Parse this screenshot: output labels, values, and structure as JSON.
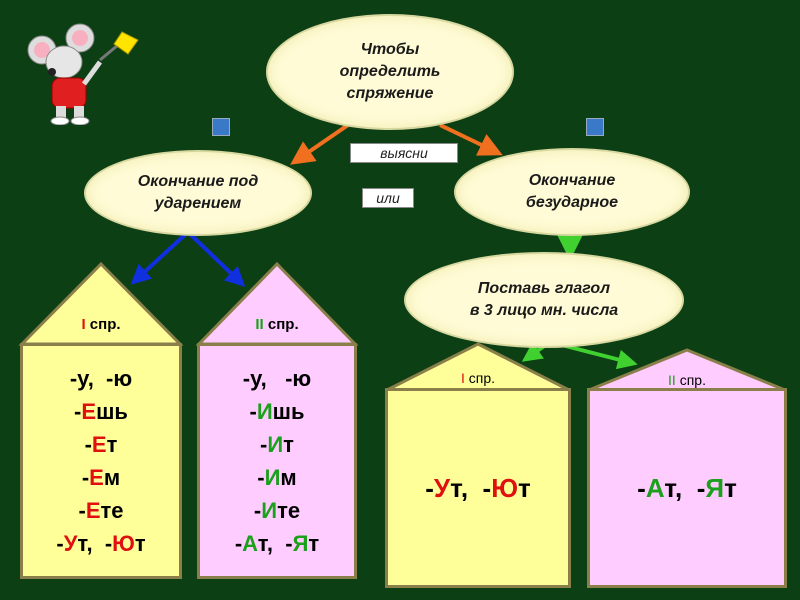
{
  "center": {
    "text": "Чтобы\nопределить\nспряжение"
  },
  "left_node": {
    "text": "Окончание под\nударением"
  },
  "right_node": {
    "text": "Окончание\nбезударное"
  },
  "bottom_node": {
    "text": "Поставь глагол\nв 3 лицо мн. числа"
  },
  "notes": {
    "find": "выясни",
    "or": "или"
  },
  "houses": [
    {
      "label_num": "I",
      "label_rest": " спр.",
      "endings": [
        {
          "parts": [
            [
              "-у,  -ю",
              ""
            ]
          ]
        },
        {
          "parts": [
            [
              "-",
              ""
            ],
            [
              "Е",
              "red"
            ],
            [
              "шь",
              ""
            ]
          ]
        },
        {
          "parts": [
            [
              "-",
              ""
            ],
            [
              "Е",
              "red"
            ],
            [
              "т",
              ""
            ]
          ]
        },
        {
          "parts": [
            [
              "-",
              ""
            ],
            [
              "Е",
              "red"
            ],
            [
              "м",
              ""
            ]
          ]
        },
        {
          "parts": [
            [
              "-",
              ""
            ],
            [
              "Е",
              "red"
            ],
            [
              "те",
              ""
            ]
          ]
        },
        {
          "parts": [
            [
              "-",
              ""
            ],
            [
              "У",
              "red"
            ],
            [
              "т,  -",
              ""
            ],
            [
              "Ю",
              "red"
            ],
            [
              "т",
              ""
            ]
          ]
        }
      ]
    },
    {
      "label_num": "II",
      "label_rest": " спр.",
      "endings": [
        {
          "parts": [
            [
              "-у,   -ю",
              ""
            ]
          ]
        },
        {
          "parts": [
            [
              "-",
              ""
            ],
            [
              "И",
              "green"
            ],
            [
              "шь",
              ""
            ]
          ]
        },
        {
          "parts": [
            [
              "-",
              ""
            ],
            [
              "И",
              "green"
            ],
            [
              "т",
              ""
            ]
          ]
        },
        {
          "parts": [
            [
              "-",
              ""
            ],
            [
              "И",
              "green"
            ],
            [
              "м",
              ""
            ]
          ]
        },
        {
          "parts": [
            [
              "-",
              ""
            ],
            [
              "И",
              "green"
            ],
            [
              "те",
              ""
            ]
          ]
        },
        {
          "parts": [
            [
              "-",
              ""
            ],
            [
              "А",
              "green"
            ],
            [
              "т,  -",
              ""
            ],
            [
              "Я",
              "green"
            ],
            [
              "т",
              ""
            ]
          ]
        }
      ]
    },
    {
      "label_num": "I",
      "label_rest": " спр.",
      "endings": [
        {
          "parts": [
            [
              "-",
              ""
            ],
            [
              "У",
              "red"
            ],
            [
              "т,  -",
              ""
            ],
            [
              "Ю",
              "red"
            ],
            [
              "т",
              ""
            ]
          ]
        }
      ]
    },
    {
      "label_num": "II",
      "label_rest": " спр.",
      "endings": [
        {
          "parts": [
            [
              "-",
              ""
            ],
            [
              "А",
              "green"
            ],
            [
              "т,  -",
              ""
            ],
            [
              "Я",
              "green"
            ],
            [
              "т",
              ""
            ]
          ]
        }
      ]
    }
  ],
  "colors": {
    "background": "#0c3f14",
    "ellipse": "#fffbd6",
    "yellow_house": "#ffff99",
    "pink_house": "#ffccff",
    "orange_arrow": "#f07020",
    "blue_arrow": "#1030e0",
    "green_arrow": "#40d030",
    "red": "#e01010",
    "green": "#1aa01a"
  }
}
